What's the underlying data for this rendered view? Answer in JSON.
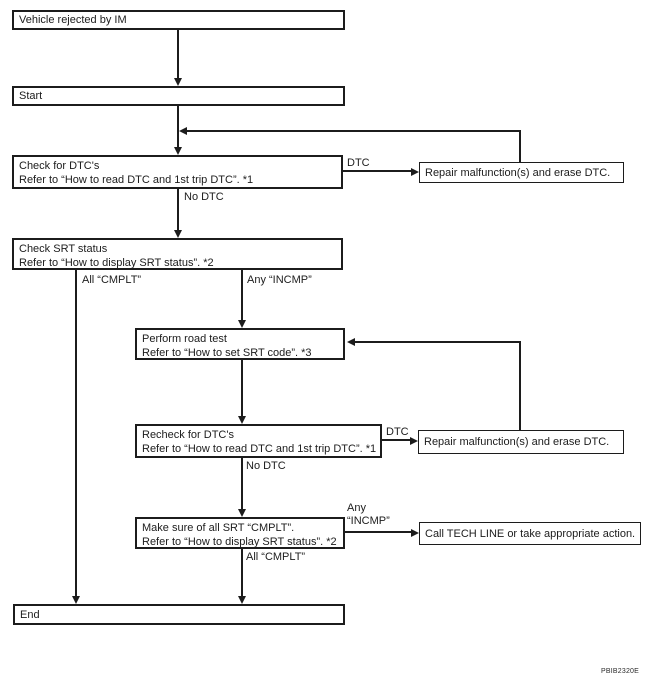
{
  "figure": {
    "code": "PBIB2320E"
  },
  "nodes": {
    "vehicle_rejected": {
      "line1": "Vehicle rejected by IM"
    },
    "start": {
      "line1": "Start"
    },
    "check_dtc": {
      "line1": "Check for DTC's",
      "line2": "Refer to “How to read DTC and 1st trip DTC”. *1"
    },
    "repair_1": {
      "line1": "Repair malfunction(s) and erase DTC."
    },
    "check_srt": {
      "line1": "Check SRT status",
      "line2": "Refer to “How to display SRT status”. *2"
    },
    "road_test": {
      "line1": "Perform road test",
      "line2": "Refer to “How to set SRT code”. *3"
    },
    "recheck_dtc": {
      "line1": "Recheck for DTC's",
      "line2": "Refer to “How to read DTC and 1st trip DTC”. *1"
    },
    "repair_2": {
      "line1": "Repair malfunction(s) and erase DTC."
    },
    "make_sure_srt": {
      "line1": "Make sure of all SRT “CMPLT”.",
      "line2": "Refer to “How to display SRT status”. *2"
    },
    "call_tech_line": {
      "line1": "Call TECH LINE or take appropriate action."
    },
    "end": {
      "line1": "End"
    }
  },
  "labels": {
    "dtc_1": "DTC",
    "no_dtc_1": "No DTC",
    "all_cmplt_1": "All “CMPLT”",
    "any_incmp_1": "Any “INCMP”",
    "dtc_2": "DTC",
    "no_dtc_2": "No DTC",
    "any_2_line1": "Any",
    "any_2_line2": "“INCMP”",
    "all_cmplt_2": "All “CMPLT”"
  }
}
